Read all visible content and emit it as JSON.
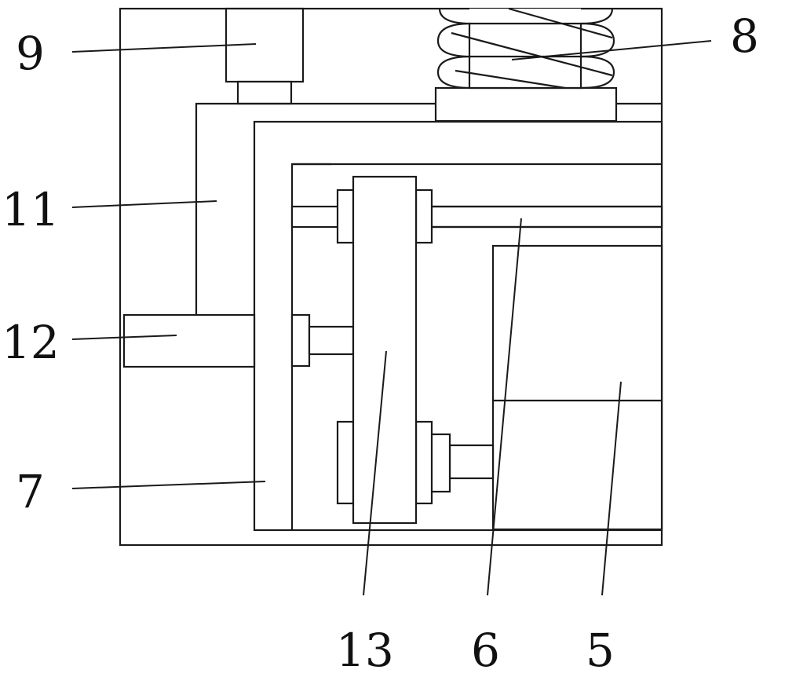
{
  "labels": {
    "n9": "9",
    "n8": "8",
    "n11": "11",
    "n12": "12",
    "n7": "7",
    "n13": "13",
    "n6": "6",
    "n5": "5"
  }
}
